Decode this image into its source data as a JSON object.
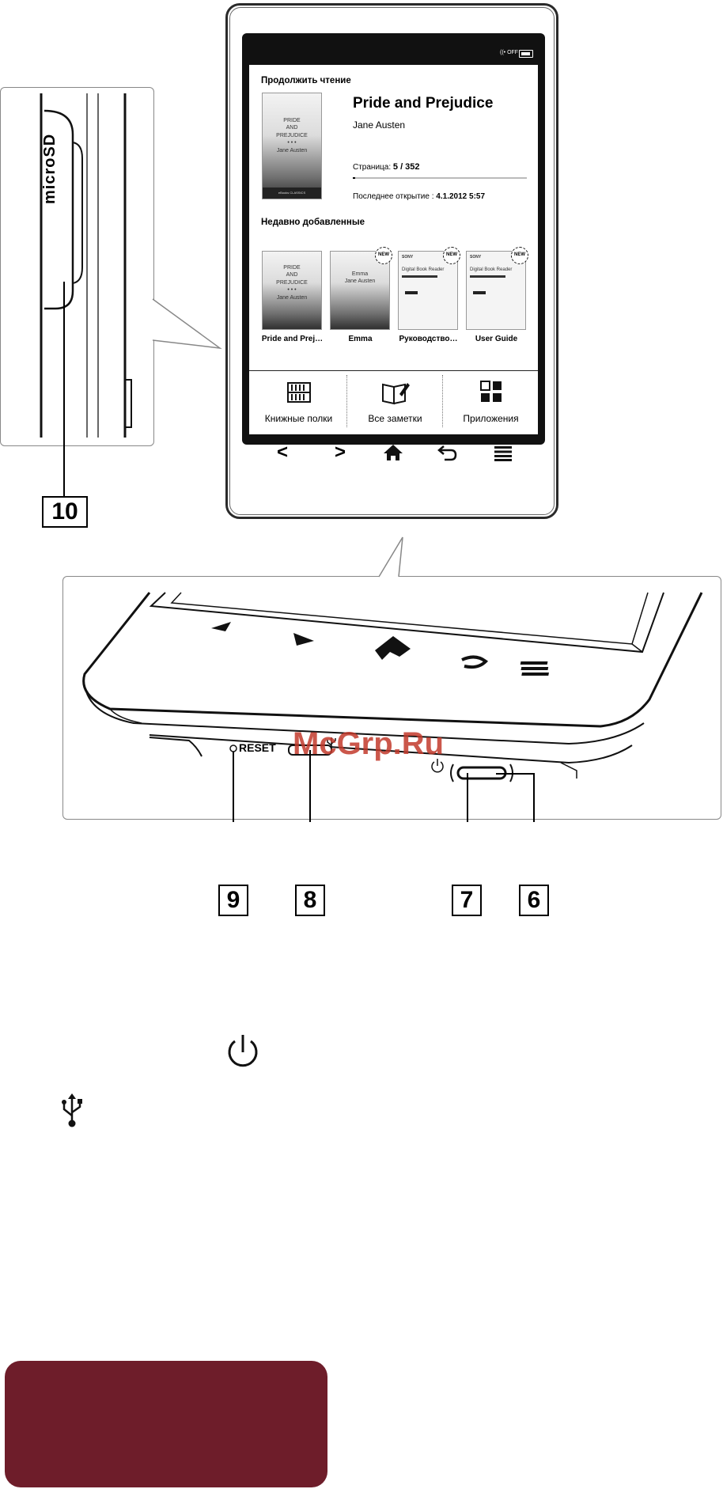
{
  "device": {
    "status": {
      "wifi_label": "OFF"
    },
    "continue_reading": {
      "label": "Продолжить чтение",
      "title": "Pride and Prejudice",
      "author": "Jane Austen",
      "page_label": "Страница:",
      "page_value": "5 / 352",
      "progress": 0.014,
      "last_opened_label": "Последнее открытие :",
      "last_opened_value": "4.1.2012 5:57",
      "cover": {
        "line1": "PRIDE",
        "line2": "AND",
        "line3": "PREJUDICE",
        "dots": "• • •",
        "author": "Jane Austen",
        "footer": "eBooks CLASSICS"
      }
    },
    "recent": {
      "label": "Недавно добавленные",
      "books": [
        {
          "caption": "Pride and Prej…",
          "is_new": false,
          "cover_lines": [
            "PRIDE",
            "AND",
            "PREJUDICE",
            "• • •",
            "Jane Austen"
          ]
        },
        {
          "caption": "Emma",
          "is_new": true,
          "cover_lines": [
            "Emma",
            "",
            "Jane Austen"
          ]
        },
        {
          "caption": "Руководство…",
          "is_new": true,
          "brand": "SONY",
          "cover_title": "Digital Book Reader"
        },
        {
          "caption": "User Guide",
          "is_new": true,
          "brand": "SONY",
          "cover_title": "Digital Book Reader"
        }
      ],
      "new_badge": "NEW"
    },
    "nav": [
      {
        "label": "Книжные полки",
        "icon": "bookshelf-icon"
      },
      {
        "label": "Все заметки",
        "icon": "notes-icon"
      },
      {
        "label": "Приложения",
        "icon": "apps-grid-icon"
      }
    ],
    "hardware_buttons": [
      {
        "glyph": "<",
        "icon": "prev-page-icon"
      },
      {
        "glyph": ">",
        "icon": "next-page-icon"
      },
      {
        "glyph": "⌂",
        "icon": "home-icon"
      },
      {
        "glyph": "↶",
        "icon": "back-icon"
      },
      {
        "glyph": "≡",
        "icon": "menu-icon"
      }
    ]
  },
  "slot_label": "microSD",
  "reset_label": "RESET",
  "watermark": "McGrp.Ru",
  "callouts": [
    "10",
    "9",
    "8",
    "7",
    "6"
  ],
  "accent_color": "#6e1d2a"
}
